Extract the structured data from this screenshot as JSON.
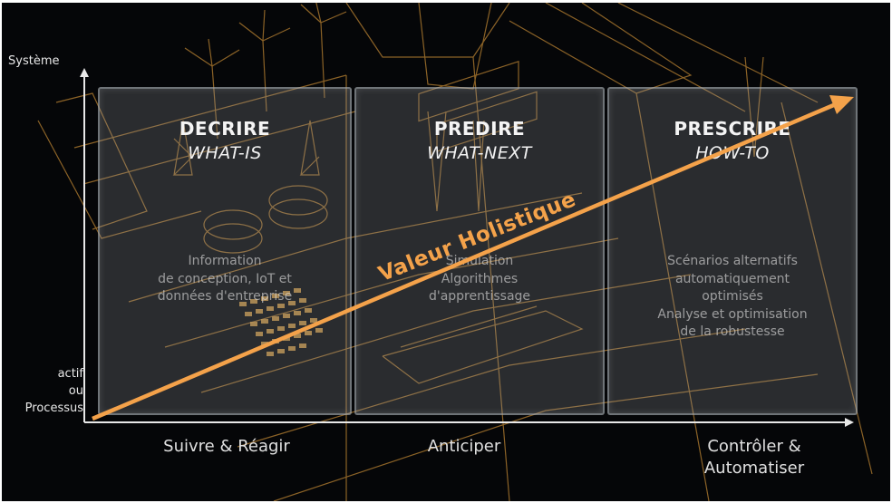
{
  "y_axis": {
    "top_label": "Système",
    "bottom_label_lines": [
      "actif",
      "ou",
      "Processus"
    ]
  },
  "panels": [
    {
      "title": "DECRIRE",
      "subtitle": "WHAT-IS",
      "description_lines": [
        "Information",
        "de conception, IoT et",
        "données d'entreprise"
      ]
    },
    {
      "title": "PREDIRE",
      "subtitle": "WHAT-NEXT",
      "description_lines": [
        "Simulation",
        "Algorithmes",
        "d'apprentissage"
      ]
    },
    {
      "title": "PRESCRIRE",
      "subtitle": "HOW-TO",
      "description_lines": [
        "Scénarios alternatifs",
        "automatiquement",
        "optimisés",
        "Analyse et optimisation",
        "de la robustesse"
      ]
    }
  ],
  "x_axis_labels": [
    {
      "lines": [
        "Suivre & Réagir"
      ]
    },
    {
      "lines": [
        "Anticiper"
      ]
    },
    {
      "lines": [
        "Contrôler &",
        "Automatiser"
      ]
    }
  ],
  "arrow_label": "Valeur Holistique",
  "colors": {
    "accent": "#f4a24a",
    "background": "#050608",
    "wireframe": "#c08a33",
    "axis": "#e8e8e8"
  }
}
